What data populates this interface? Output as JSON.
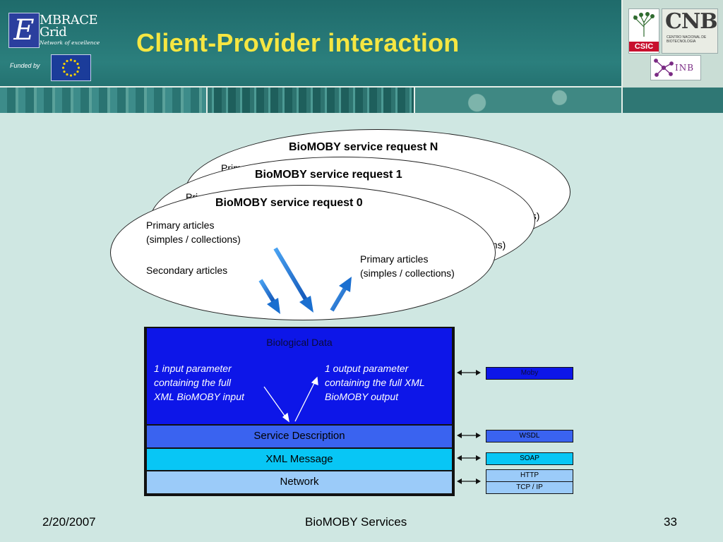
{
  "header": {
    "title": "Client-Provider interaction",
    "logo_brand_line1": "MBRACE",
    "logo_brand_line2": "Grid",
    "logo_tagline": "Network of excellence",
    "funded_by": "Funded by",
    "csic": "CSIC",
    "cnb": "CNB",
    "cnb_sub": "CENTRO NACIONAL DE BIOTECNOLOGIA",
    "inb": "INB"
  },
  "requests": [
    {
      "title": "BioMOBY service request N",
      "input_partial": "Prim",
      "output_partial": "ns)"
    },
    {
      "title": "BioMOBY service request 1",
      "input_partial": "Pri",
      "output_partial": "ons)"
    },
    {
      "title": "BioMOBY service request 0",
      "input_line1": "Primary articles",
      "input_line2": "(simples / collections)",
      "secondary": "Secondary articles",
      "output_line1": "Primary articles",
      "output_line2": "(simples / collections)"
    }
  ],
  "stack": {
    "layers": [
      {
        "label": "Biological Data",
        "protocol": "Moby"
      },
      {
        "label": "Service Description",
        "protocol": "WSDL"
      },
      {
        "label": "XML Message",
        "protocol": "SOAP"
      },
      {
        "label": "Network",
        "protocol": "HTTP",
        "protocol2": "TCP / IP"
      }
    ],
    "input_param": [
      "1 input parameter",
      "containing  the full",
      "XML BioMOBY input"
    ],
    "output_param": [
      "1 output parameter",
      "containing the full XML",
      "BioMOBY output"
    ]
  },
  "colors": {
    "biological_data": "#0d16e8",
    "service_description": "#3a63f0",
    "xml_message": "#08c6f5",
    "network": "#9bcbf9",
    "title": "#f5e642",
    "arrow": "#1a6fd0"
  },
  "footer": {
    "date": "2/20/2007",
    "center": "BioMOBY Services",
    "page": "33"
  }
}
